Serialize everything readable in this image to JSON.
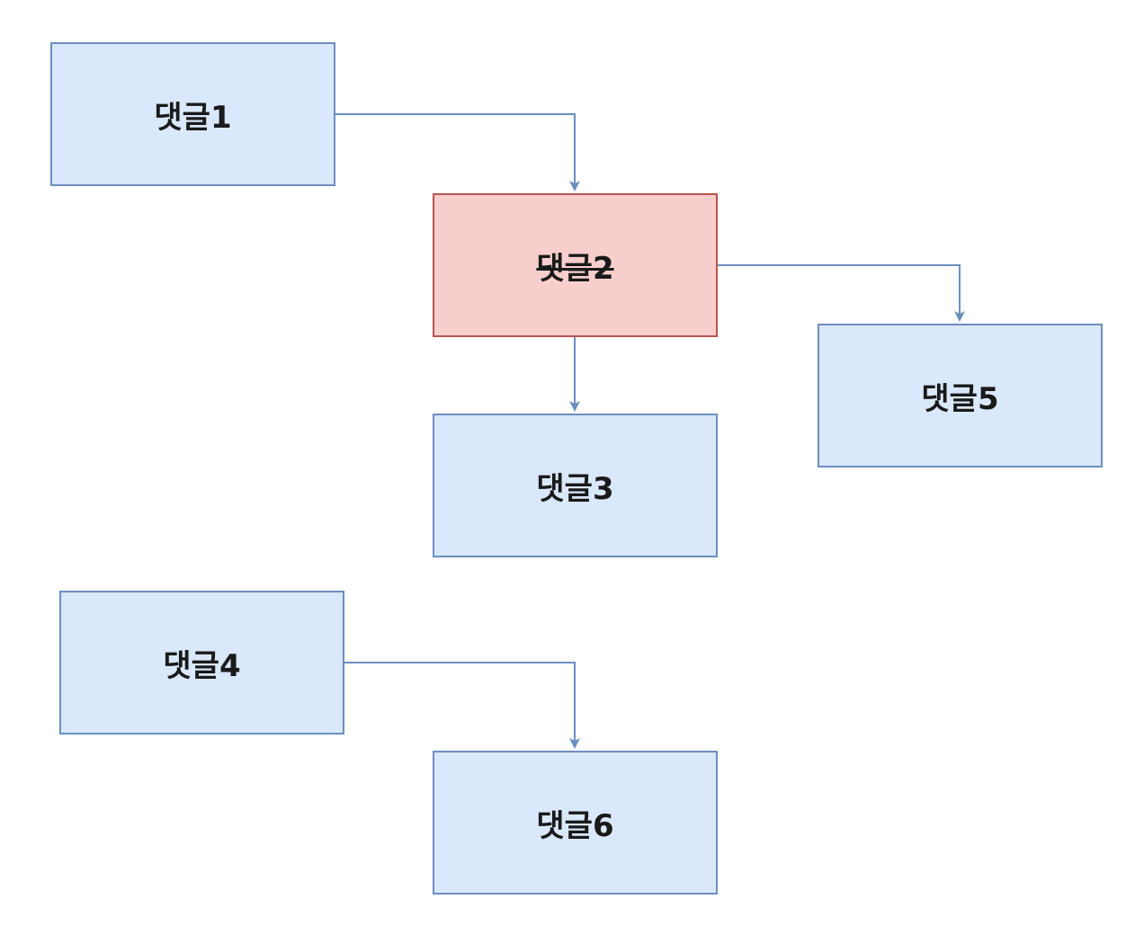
{
  "diagram": {
    "nodes": [
      {
        "id": "n1",
        "label": "댓글1",
        "status": "normal"
      },
      {
        "id": "n2",
        "label": "댓글2",
        "status": "deleted"
      },
      {
        "id": "n3",
        "label": "댓글3",
        "status": "normal"
      },
      {
        "id": "n4",
        "label": "댓글4",
        "status": "normal"
      },
      {
        "id": "n5",
        "label": "댓글5",
        "status": "normal"
      },
      {
        "id": "n6",
        "label": "댓글6",
        "status": "normal"
      }
    ],
    "edges": [
      {
        "from": "n1",
        "to": "n2"
      },
      {
        "from": "n2",
        "to": "n3"
      },
      {
        "from": "n2",
        "to": "n5"
      },
      {
        "from": "n4",
        "to": "n6"
      }
    ],
    "colors": {
      "node_fill": "#dae8fc",
      "node_stroke": "#6c8ebf",
      "deleted_fill": "#f8cecc",
      "deleted_stroke": "#b85450",
      "edge": "#6c8ebf"
    }
  }
}
